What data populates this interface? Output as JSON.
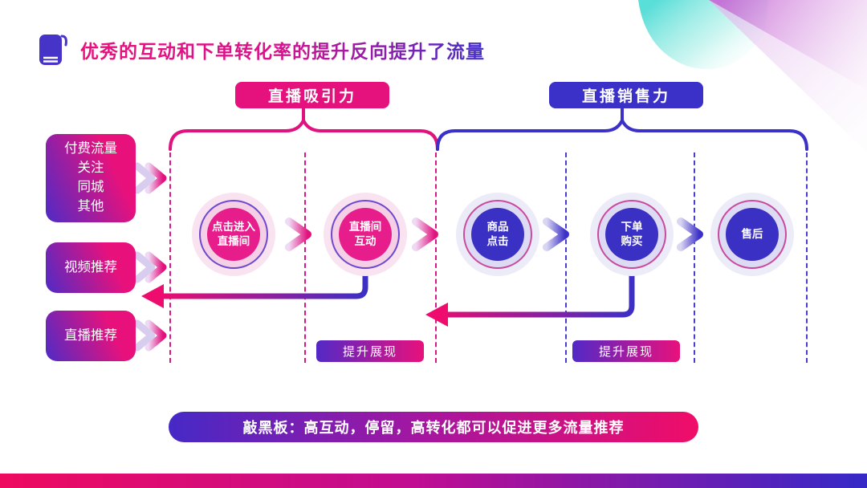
{
  "title": {
    "text": "优秀的互动和下单转化率的提升反向提升了流量",
    "icon": "book-icon"
  },
  "section_labels": {
    "attract": "直播吸引力",
    "sales": "直播销售力"
  },
  "traffic_sources": [
    {
      "text": "付费流量\n关注\n同城\n其他"
    },
    {
      "text": "视频推荐"
    },
    {
      "text": "直播推荐"
    }
  ],
  "funnel_stages": [
    {
      "text": "点击进入\n直播间",
      "theme": "pink"
    },
    {
      "text": "直播间\n互动",
      "theme": "pink"
    },
    {
      "text": "商品\n点击",
      "theme": "blue"
    },
    {
      "text": "下单\n购买",
      "theme": "blue"
    },
    {
      "text": "售后",
      "theme": "blue"
    }
  ],
  "boost_badges": [
    {
      "label": "提升展现"
    },
    {
      "label": "提升展现"
    }
  ],
  "footer_note": "敲黑板：高互动，停留，高转化都可以促进更多流量推荐",
  "colors": {
    "pink": "#E5127D",
    "indigo": "#3B30C8",
    "bar_gradient_left": "#EE0A5F",
    "bar_gradient_right": "#3529C7"
  }
}
